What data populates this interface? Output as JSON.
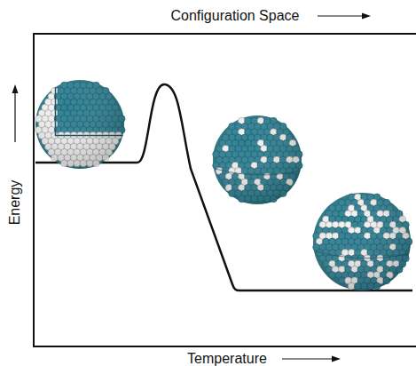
{
  "diagram": {
    "labels": [
      "Configuration Space",
      "Energy",
      "Temperature"
    ]
  }
}
